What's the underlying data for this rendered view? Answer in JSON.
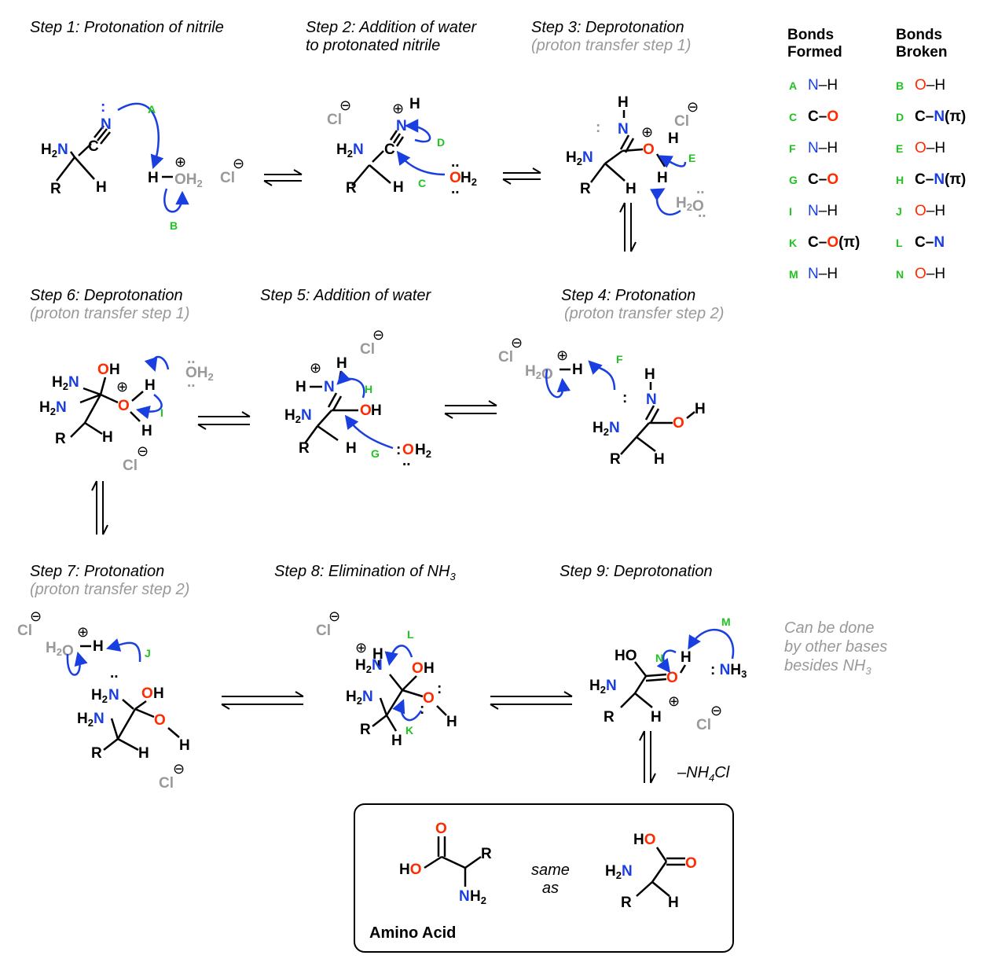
{
  "steps": {
    "s1": {
      "title": "Step 1: Protonation of nitrile"
    },
    "s2": {
      "title_line1": "Step 2: Addition of water",
      "title_line2": "to protonated nitrile"
    },
    "s3": {
      "title": "Step 3: Deprotonation",
      "subtitle": "(proton transfer step 1)"
    },
    "s4": {
      "title": "Step 4: Protonation",
      "subtitle": "(proton transfer step 2)"
    },
    "s5": {
      "title": "Step 5: Addition of water"
    },
    "s6": {
      "title": "Step 6: Deprotonation",
      "subtitle": "(proton transfer step 1)"
    },
    "s7": {
      "title": "Step 7: Protonation",
      "subtitle": "(proton transfer step 2)"
    },
    "s8": {
      "title": "Step 8: Elimination of NH",
      "title_sub": "3"
    },
    "s9": {
      "title": "Step 9: Deprotonation"
    }
  },
  "legend": {
    "formed_header_line1": "Bonds",
    "formed_header_line2": "Formed",
    "broken_header_line1": "Bonds",
    "broken_header_line2": "Broken",
    "formed": [
      {
        "letter": "A",
        "bond": "N–H"
      },
      {
        "letter": "C",
        "bond": "C–O"
      },
      {
        "letter": "F",
        "bond": "N–H"
      },
      {
        "letter": "G",
        "bond": "C–O"
      },
      {
        "letter": "I",
        "bond": "N–H"
      },
      {
        "letter": "K",
        "bond": "C–O(π)"
      },
      {
        "letter": "M",
        "bond": "N–H"
      }
    ],
    "broken": [
      {
        "letter": "B",
        "bond": "O–H"
      },
      {
        "letter": "D",
        "bond": "C–N(π)"
      },
      {
        "letter": "E",
        "bond": "O–H"
      },
      {
        "letter": "H",
        "bond": "C–N(π)"
      },
      {
        "letter": "J",
        "bond": "O–H"
      },
      {
        "letter": "L",
        "bond": "C–N"
      },
      {
        "letter": "N",
        "bond": "O–H"
      }
    ]
  },
  "note": {
    "line1": "Can be done",
    "line2": "by other bases",
    "line3": "besides NH",
    "line3_sub": "3"
  },
  "byproduct": {
    "text": "–NH",
    "sub": "4",
    "tail": "Cl"
  },
  "product": {
    "label": "Amino Acid",
    "same_line1": "same",
    "same_line2": "as"
  },
  "colors": {
    "nitrogen": "#1a3fe0",
    "oxygen": "#ff2a00",
    "arrow": "#1a3fe0",
    "letter": "#1fc41f",
    "spectator": "#999999"
  }
}
